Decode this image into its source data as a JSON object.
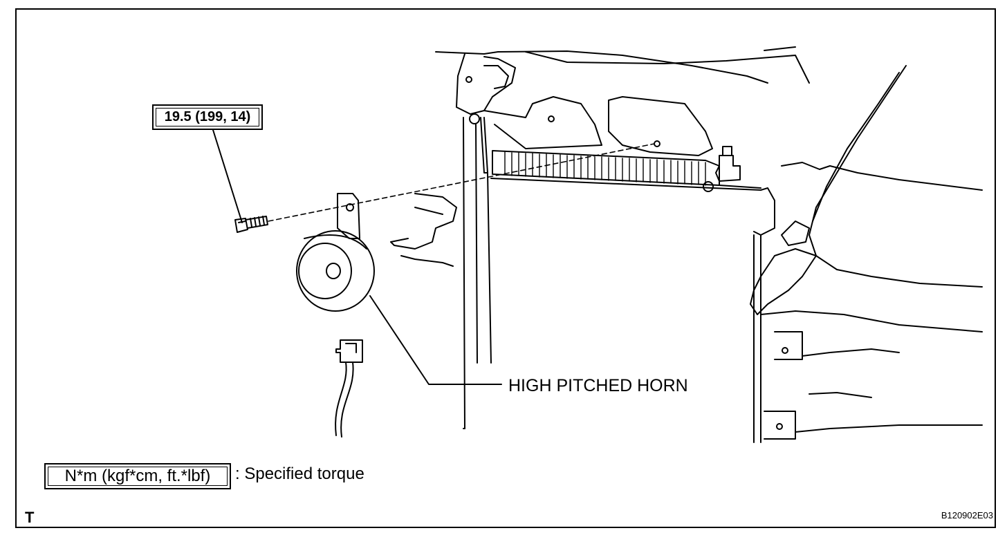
{
  "torque_callout": "19.5 (199, 14)",
  "part_label": "HIGH PITCHED HORN",
  "legend": {
    "unit_box": "N*m (kgf*cm, ft.*lbf)",
    "meaning": ": Specified torque"
  },
  "corner_letter": "T",
  "figure_id": "B120902E03",
  "icons": [
    "bolt-icon",
    "horn-icon",
    "connector-icon",
    "radiator-support-icon"
  ]
}
